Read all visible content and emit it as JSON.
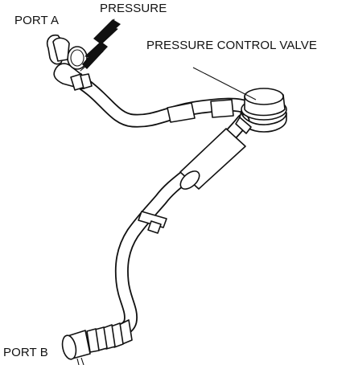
{
  "labels": {
    "port_a": "PORT A",
    "pressure": "PRESSURE",
    "pressure_control_valve": "PRESSURE CONTROL VALVE",
    "port_b": "PORT B"
  },
  "colors": {
    "line": "#111111",
    "fill": "#ffffff",
    "arrow": "#111111"
  }
}
